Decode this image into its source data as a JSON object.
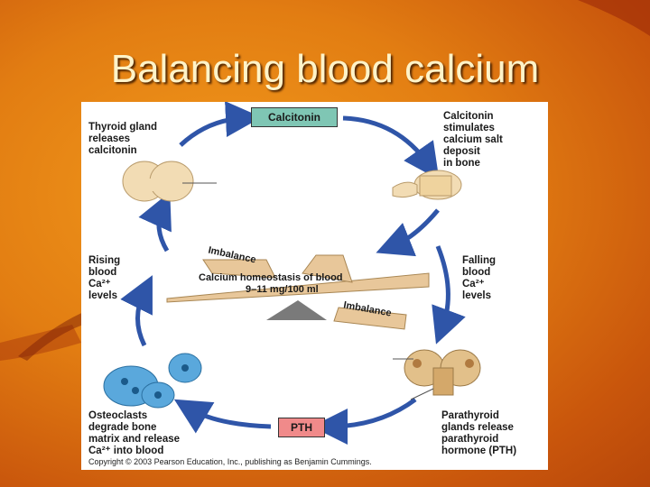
{
  "slide": {
    "title": "Balancing blood calcium"
  },
  "diagram": {
    "calcitonin_box": "Calcitonin",
    "pth_box": "PTH",
    "thyroid_label": "Thyroid gland\nreleases\ncalcitonin",
    "calcitonin_effect_label": "Calcitonin\nstimulates\ncalcium salt\ndeposit\nin bone",
    "rising_label": "Rising\nblood\nCa²⁺\nlevels",
    "falling_label": "Falling\nblood\nCa²⁺\nlevels",
    "osteoclast_label": "Osteoclasts\ndegrade bone\nmatrix and release\nCa²⁺ into blood",
    "parathyroid_label": "Parathyroid\nglands release\nparathyroid\nhormone (PTH)",
    "imbalance_top": "Imbalance",
    "imbalance_bottom": "Imbalance",
    "homeostasis_line1": "Calcium homeostasis of blood",
    "homeostasis_line2": "9–11 mg/100 ml",
    "copyright": "Copyright © 2003 Pearson Education, Inc., publishing as Benjamin Cummings."
  },
  "colors": {
    "arrow": "#2f55a8",
    "calcitonin_box": "#7fc6b4",
    "pth_box": "#f08a8a",
    "seesaw": "#e8c79a",
    "fulcrum": "#7a7a7a"
  }
}
